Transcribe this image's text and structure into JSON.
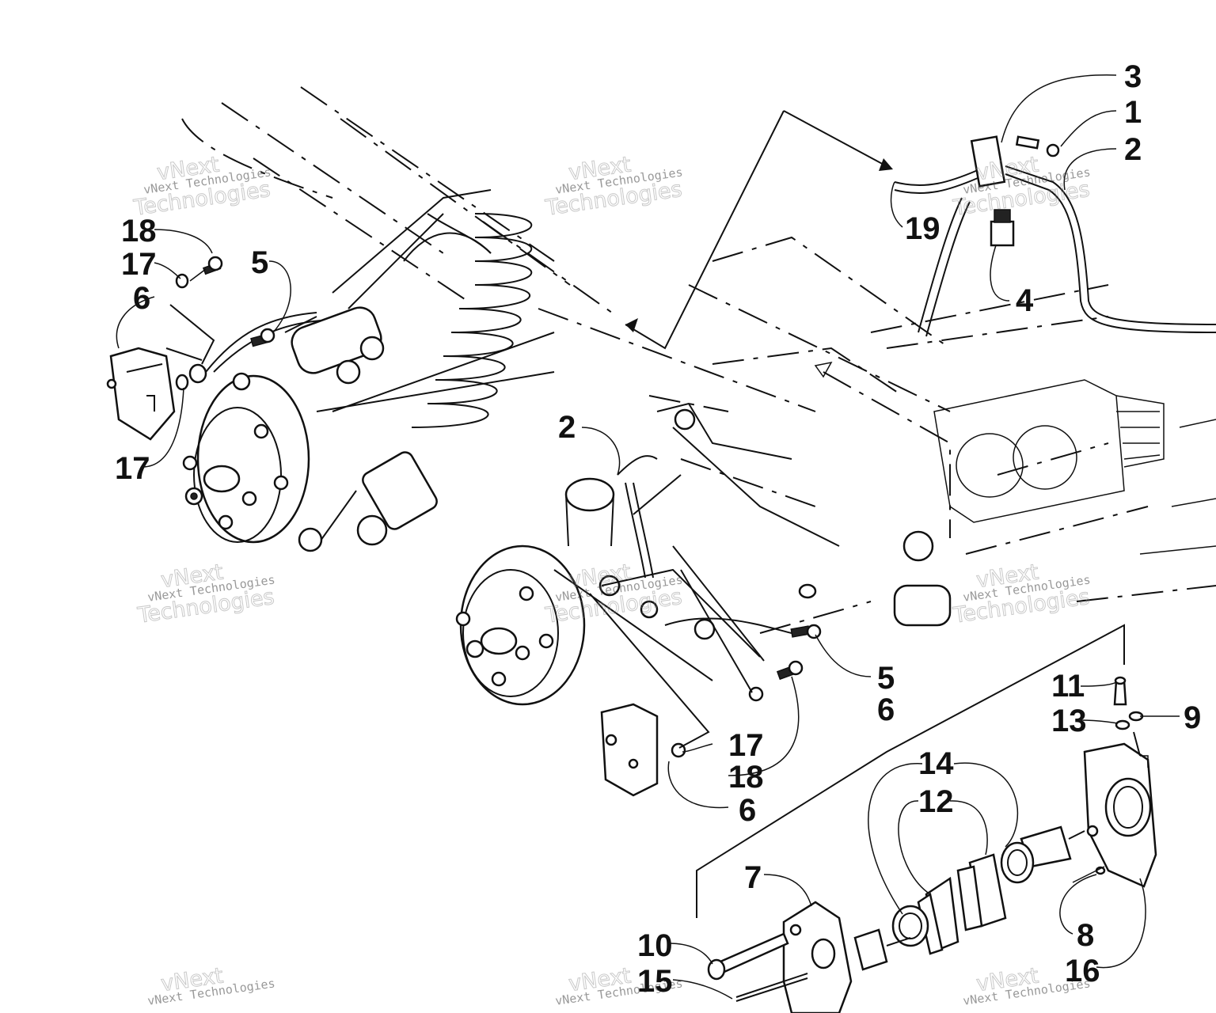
{
  "callouts": [
    {
      "id": "c3",
      "text": "3"
    },
    {
      "id": "c1",
      "text": "1"
    },
    {
      "id": "c2a",
      "text": "2"
    },
    {
      "id": "c19",
      "text": "19"
    },
    {
      "id": "c4",
      "text": "4"
    },
    {
      "id": "c18a",
      "text": "18"
    },
    {
      "id": "c17a",
      "text": "17"
    },
    {
      "id": "c6a",
      "text": "6"
    },
    {
      "id": "c5a",
      "text": "5"
    },
    {
      "id": "c17b",
      "text": "17"
    },
    {
      "id": "c2b",
      "text": "2"
    },
    {
      "id": "c5b",
      "text": "5"
    },
    {
      "id": "c6b",
      "text": "6"
    },
    {
      "id": "c11",
      "text": "11"
    },
    {
      "id": "c13",
      "text": "13"
    },
    {
      "id": "c9",
      "text": "9"
    },
    {
      "id": "c14",
      "text": "14"
    },
    {
      "id": "c12",
      "text": "12"
    },
    {
      "id": "c17c",
      "text": "17"
    },
    {
      "id": "c18b",
      "text": "18"
    },
    {
      "id": "c6c",
      "text": "6"
    },
    {
      "id": "c7",
      "text": "7"
    },
    {
      "id": "c8",
      "text": "8"
    },
    {
      "id": "c10",
      "text": "10"
    },
    {
      "id": "c16",
      "text": "16"
    },
    {
      "id": "c15",
      "text": "15"
    }
  ],
  "watermark": {
    "small": "vNext Technologies",
    "big_top": "vNext",
    "big_bottom": "Technologies"
  }
}
